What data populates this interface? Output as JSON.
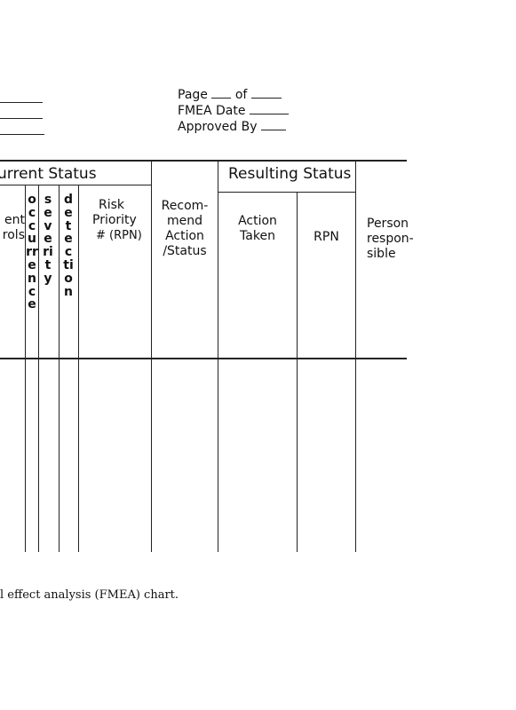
{
  "header": {
    "page_label": "Page",
    "of_label": "of",
    "fmea_date_label": "FMEA Date",
    "approved_by_label": "Approved By"
  },
  "table": {
    "current_status_title": "urrent Status",
    "resulting_status_title": "Resulting Status",
    "current_controls_line1": "ent",
    "current_controls_line2": "rols",
    "occurrence": "occurrence",
    "severity": "severity",
    "detection": "detection",
    "rpn_line1": "Risk",
    "rpn_line2": "Priority",
    "rpn_line3": "# (RPN)",
    "recommend_line1": "Recom-",
    "recommend_line2": "mend",
    "recommend_line3": "Action",
    "recommend_line4": "/Status",
    "action_taken_line1": "Action",
    "action_taken_line2": "Taken",
    "resulting_rpn": "RPN",
    "person_line1": "Person",
    "person_line2": "respon-",
    "person_line3": "sible"
  },
  "caption": "l effect analysis (FMEA) chart."
}
